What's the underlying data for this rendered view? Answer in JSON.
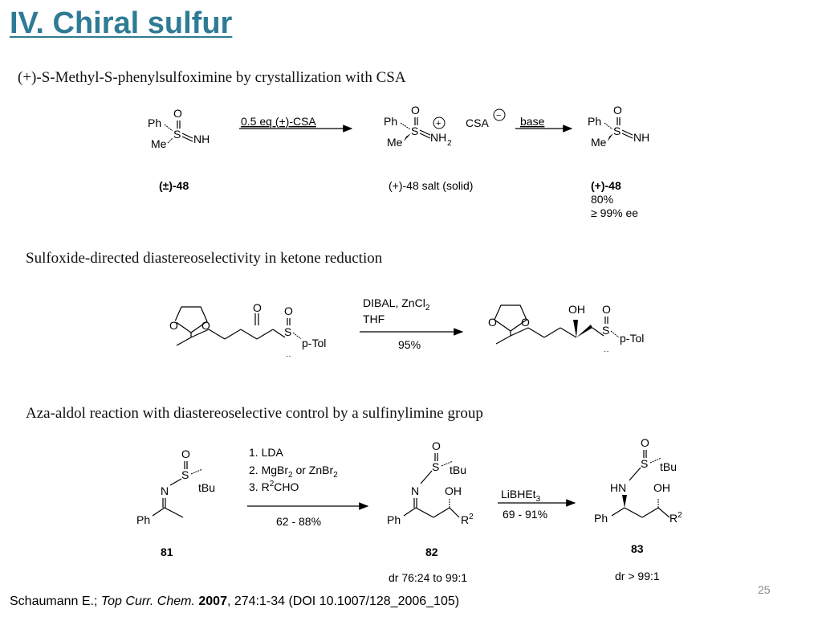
{
  "slide": {
    "title": "IV. Chiral sulfur",
    "page_number": "25"
  },
  "citation": {
    "authors": "Schaumann E.; ",
    "journal": "Top Curr. Chem.",
    "year": "2007",
    "rest": ", 274:1-34 (DOI 10.1007/128_2006_105)"
  },
  "section1": {
    "heading": "(+)-S-Methyl-S-phenylsulfoximine by crystallization with CSA",
    "reagent_1": "0.5 eq (+)-CSA",
    "reagent_2": "base",
    "ph": "Ph",
    "me": "Me",
    "s": "S",
    "o": "O",
    "nh": "NH",
    "nh2": "NH",
    "nh2_sub": "2",
    "plus": "+",
    "minus": "−",
    "csa": "CSA",
    "compound_a": "(±)-48",
    "compound_b": "(+)-48  salt (solid)",
    "compound_c": "(+)-48",
    "yield": "80%",
    "ee": "≥ 99% ee"
  },
  "section2": {
    "heading": "Sulfoxide-directed diastereoselectivity in ketone reduction",
    "reagent_line1": "DIBAL, ZnCl",
    "reagent_line1_sub": "2",
    "reagent_line2": "THF",
    "yield": "95%",
    "o": "O",
    "oh": "OH",
    "s": "S",
    "ptol": "p-Tol",
    "lone_pair": "··"
  },
  "section3": {
    "heading": "Aza-aldol reaction with diastereoselective control by a sulfinylimine group",
    "reagent_1": "1. LDA",
    "reagent_2": "2. MgBr",
    "reagent_2_sub": "2",
    "reagent_2_mid": " or ZnBr",
    "reagent_2_sub2": "2",
    "reagent_3": "3. R",
    "reagent_3_sup": "2",
    "reagent_3_end": "CHO",
    "yield_1": "62 - 88%",
    "reagent_4": "LiBHEt",
    "reagent_4_sub": "3",
    "yield_2": "69 - 91%",
    "compound_a": "81",
    "compound_b": "82",
    "compound_c": "83",
    "dr_b": "dr 76:24 to 99:1",
    "dr_c": "dr > 99:1",
    "o": "O",
    "s": "S",
    "n": "N",
    "hn": "HN",
    "oh": "OH",
    "tbu": "tBu",
    "ph": "Ph",
    "r": "R",
    "r_sup": "2"
  }
}
